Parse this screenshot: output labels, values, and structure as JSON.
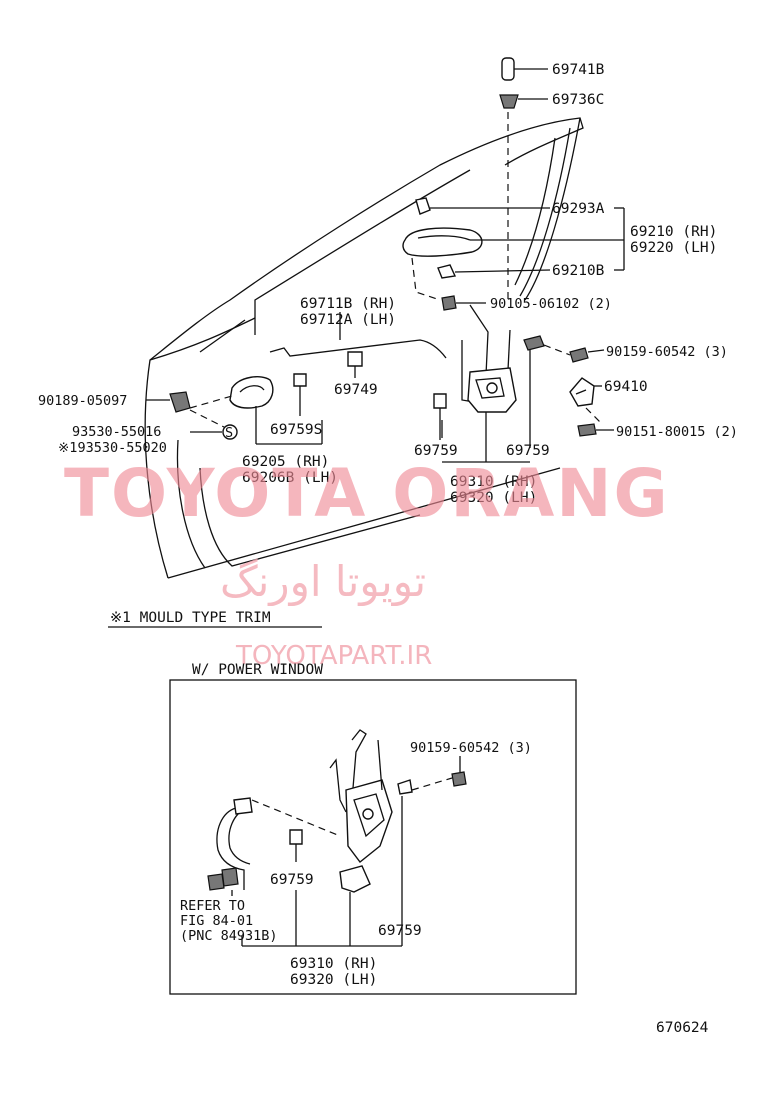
{
  "labels": {
    "p69741b": "69741B",
    "p69736c": "69736C",
    "p69293a": "69293A",
    "p69210rh": "69210 (RH)",
    "p69220lh": "69220 (LH)",
    "p69210b": "69210B",
    "p90105": "90105-06102 (2)",
    "p69711b": "69711B (RH)",
    "p69712a": "69712A (LH)",
    "p90159top": "90159-60542 (3)",
    "p69749": "69749",
    "p69410": "69410",
    "p90189": "90189-05097",
    "p93530": "93530-55016",
    "p193530": "※193530-55020",
    "p69759s": "69759S",
    "p90151": "90151-80015 (2)",
    "p69205": "69205  (RH)",
    "p69206b": "69206B (LH)",
    "p69759a": "69759",
    "p69759b": "69759",
    "p69310": "69310 (RH)",
    "p69320": "69320 (LH)",
    "s_mark": "S",
    "mould_note": "※1 MOULD TYPE TRIM",
    "power_window_title": "W/ POWER WINDOW",
    "pw_90159": "90159-60542 (3)",
    "pw_69759a": "69759",
    "pw_69759b": "69759",
    "pw_refer1": "REFER TO",
    "pw_refer2": "FIG 84-01",
    "pw_refer3": "(PNC 84931B)",
    "pw_69310": "69310 (RH)",
    "pw_69320": "69320 (LH)",
    "figure_code": "670624"
  },
  "watermark": {
    "brand": "TOYOTA ORANG",
    "persian": "تویوتا اورنگ",
    "url": "TOYOTAPART.IR",
    "color": "#f08a96"
  }
}
